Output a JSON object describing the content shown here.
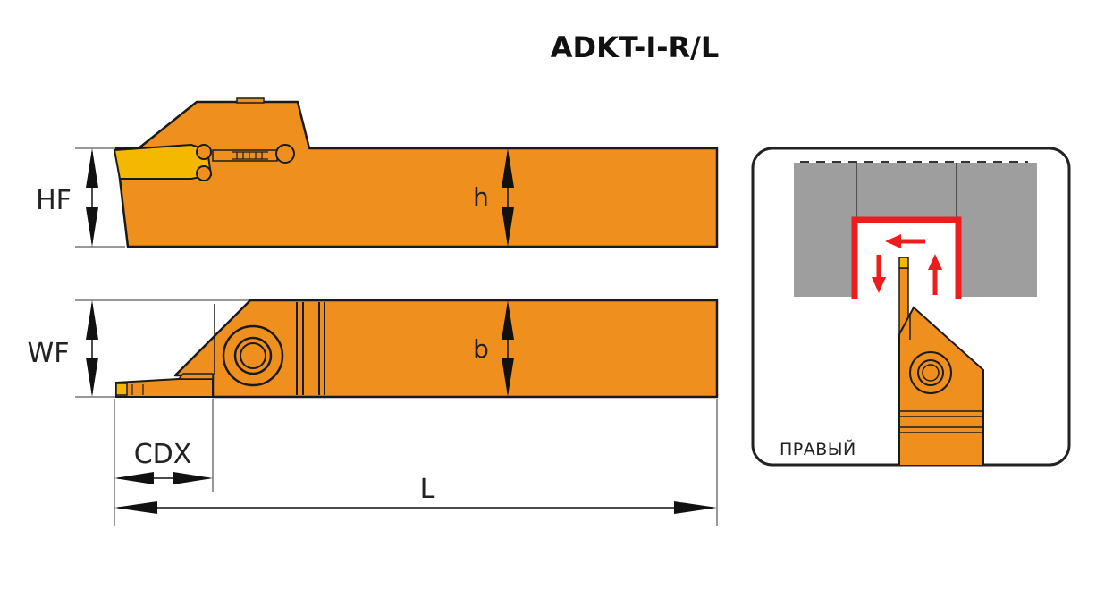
{
  "title": "ADKT-I-R/L",
  "labels": {
    "hf": "HF",
    "h": "h",
    "wf": "WF",
    "b": "b",
    "cdx": "CDX",
    "l": "L"
  },
  "panel": {
    "caption": "ПРАВЫЙ"
  },
  "colors": {
    "tool_body": "#ef901e",
    "insert": "#f5b800",
    "outline": "#1a1a1a",
    "workpiece": "#9e9e9e",
    "groove_path": "#ee1c1c",
    "panel_border": "#222222"
  }
}
